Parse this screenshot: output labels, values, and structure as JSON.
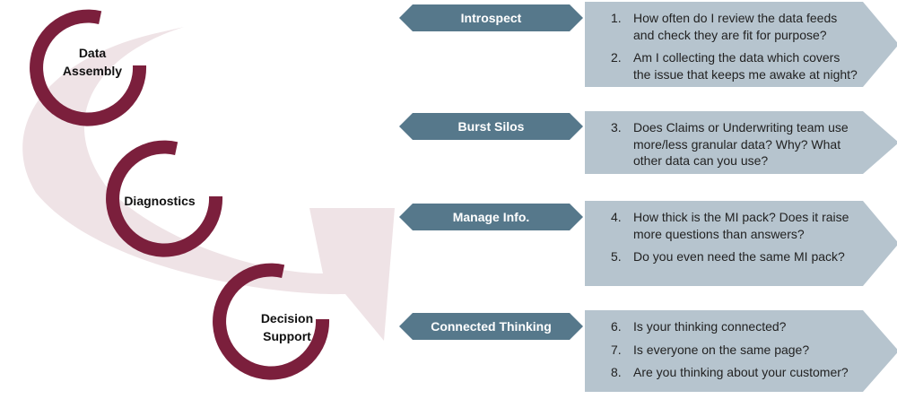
{
  "colors": {
    "circle": "#7b1f3c",
    "sweep_arrow": "#efe3e6",
    "tag_fill": "#56788b",
    "box_fill": "#b6c4ce"
  },
  "circles": [
    {
      "lines": [
        "Data",
        "Assembly"
      ],
      "icon": "circular-ring"
    },
    {
      "lines": [
        "Diagnostics"
      ],
      "icon": "circular-ring"
    },
    {
      "lines": [
        "Decision",
        "Support"
      ],
      "icon": "circular-ring"
    }
  ],
  "sections": [
    {
      "tag": "Introspect",
      "questions": [
        {
          "num": "1.",
          "text": "How often do I review the data feeds and check they are fit for purpose?"
        },
        {
          "num": "2.",
          "text": "Am I collecting the data which covers the issue that keeps me awake at night?"
        }
      ]
    },
    {
      "tag": "Burst Silos",
      "questions": [
        {
          "num": "3.",
          "text": "Does Claims or Underwriting team use more/less granular data? Why? What other data can you use?"
        }
      ]
    },
    {
      "tag": "Manage Info.",
      "questions": [
        {
          "num": "4.",
          "text": "How thick is the MI pack?  Does it raise more questions than answers?"
        },
        {
          "num": "5.",
          "text": "Do you even need the same MI pack?"
        }
      ]
    },
    {
      "tag": "Connected Thinking",
      "questions": [
        {
          "num": "6.",
          "text": "Is your thinking connected?"
        },
        {
          "num": "7.",
          "text": "Is everyone on the same page?"
        },
        {
          "num": "8.",
          "text": "Are you thinking about your customer?"
        }
      ]
    }
  ]
}
